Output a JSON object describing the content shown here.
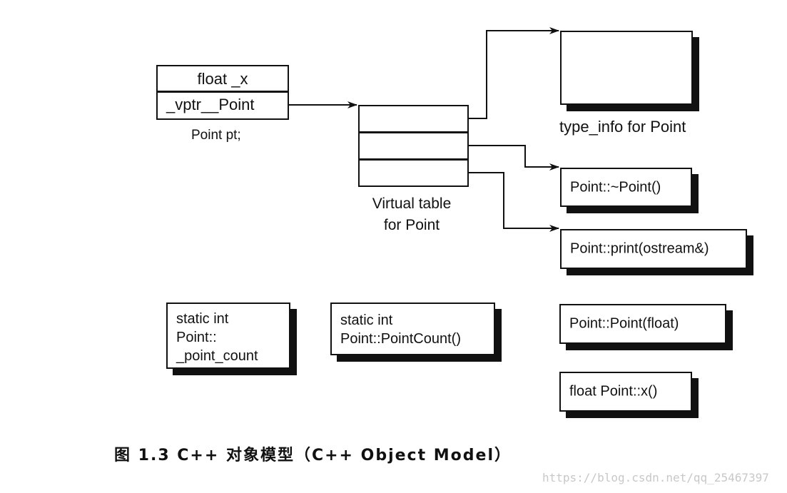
{
  "object": {
    "fields": [
      "float _x",
      "_vptr__Point"
    ],
    "label": "Point pt;"
  },
  "vtable": {
    "slots": 3,
    "label_line1": "Virtual table",
    "label_line2": "for Point"
  },
  "type_info": {
    "label": "type_info for Point"
  },
  "virtual_functions": [
    "Point::~Point()",
    "Point::print(ostream&)"
  ],
  "static_data": [
    "static int",
    "Point::",
    "_point_count"
  ],
  "static_function": [
    "static int",
    "Point::PointCount()"
  ],
  "nonvirtual_functions": [
    "Point::Point(float)",
    "float Point::x()"
  ],
  "caption": "图 1.3   C++ 对象模型（C++ Object Model）",
  "watermark": "https://blog.csdn.net/qq_25467397"
}
